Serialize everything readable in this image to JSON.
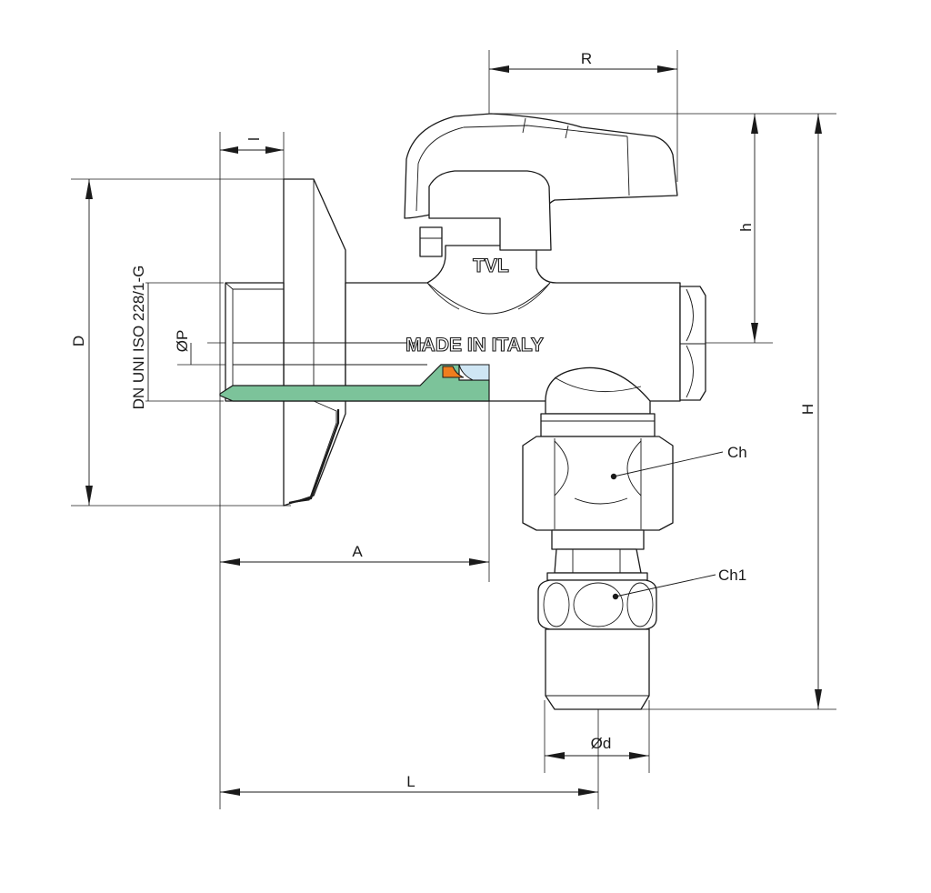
{
  "labels": {
    "brand": "TVL",
    "made_in": "MADE IN ITALY",
    "dim_R": "R",
    "dim_l": "l",
    "dim_h": "h",
    "dim_H": "H",
    "dim_D": "D",
    "dim_thread": "DN UNI ISO 228/1-G",
    "dim_P": "ØP",
    "dim_A": "A",
    "dim_L": "L",
    "dim_d": "Ød",
    "callout_ch": "Ch",
    "callout_ch1": "Ch1"
  },
  "colors": {
    "line": "#1a1a1a",
    "flow_section": "#7cc39a",
    "seal": "#ef7d1f",
    "ball": "#cfe6f4"
  }
}
